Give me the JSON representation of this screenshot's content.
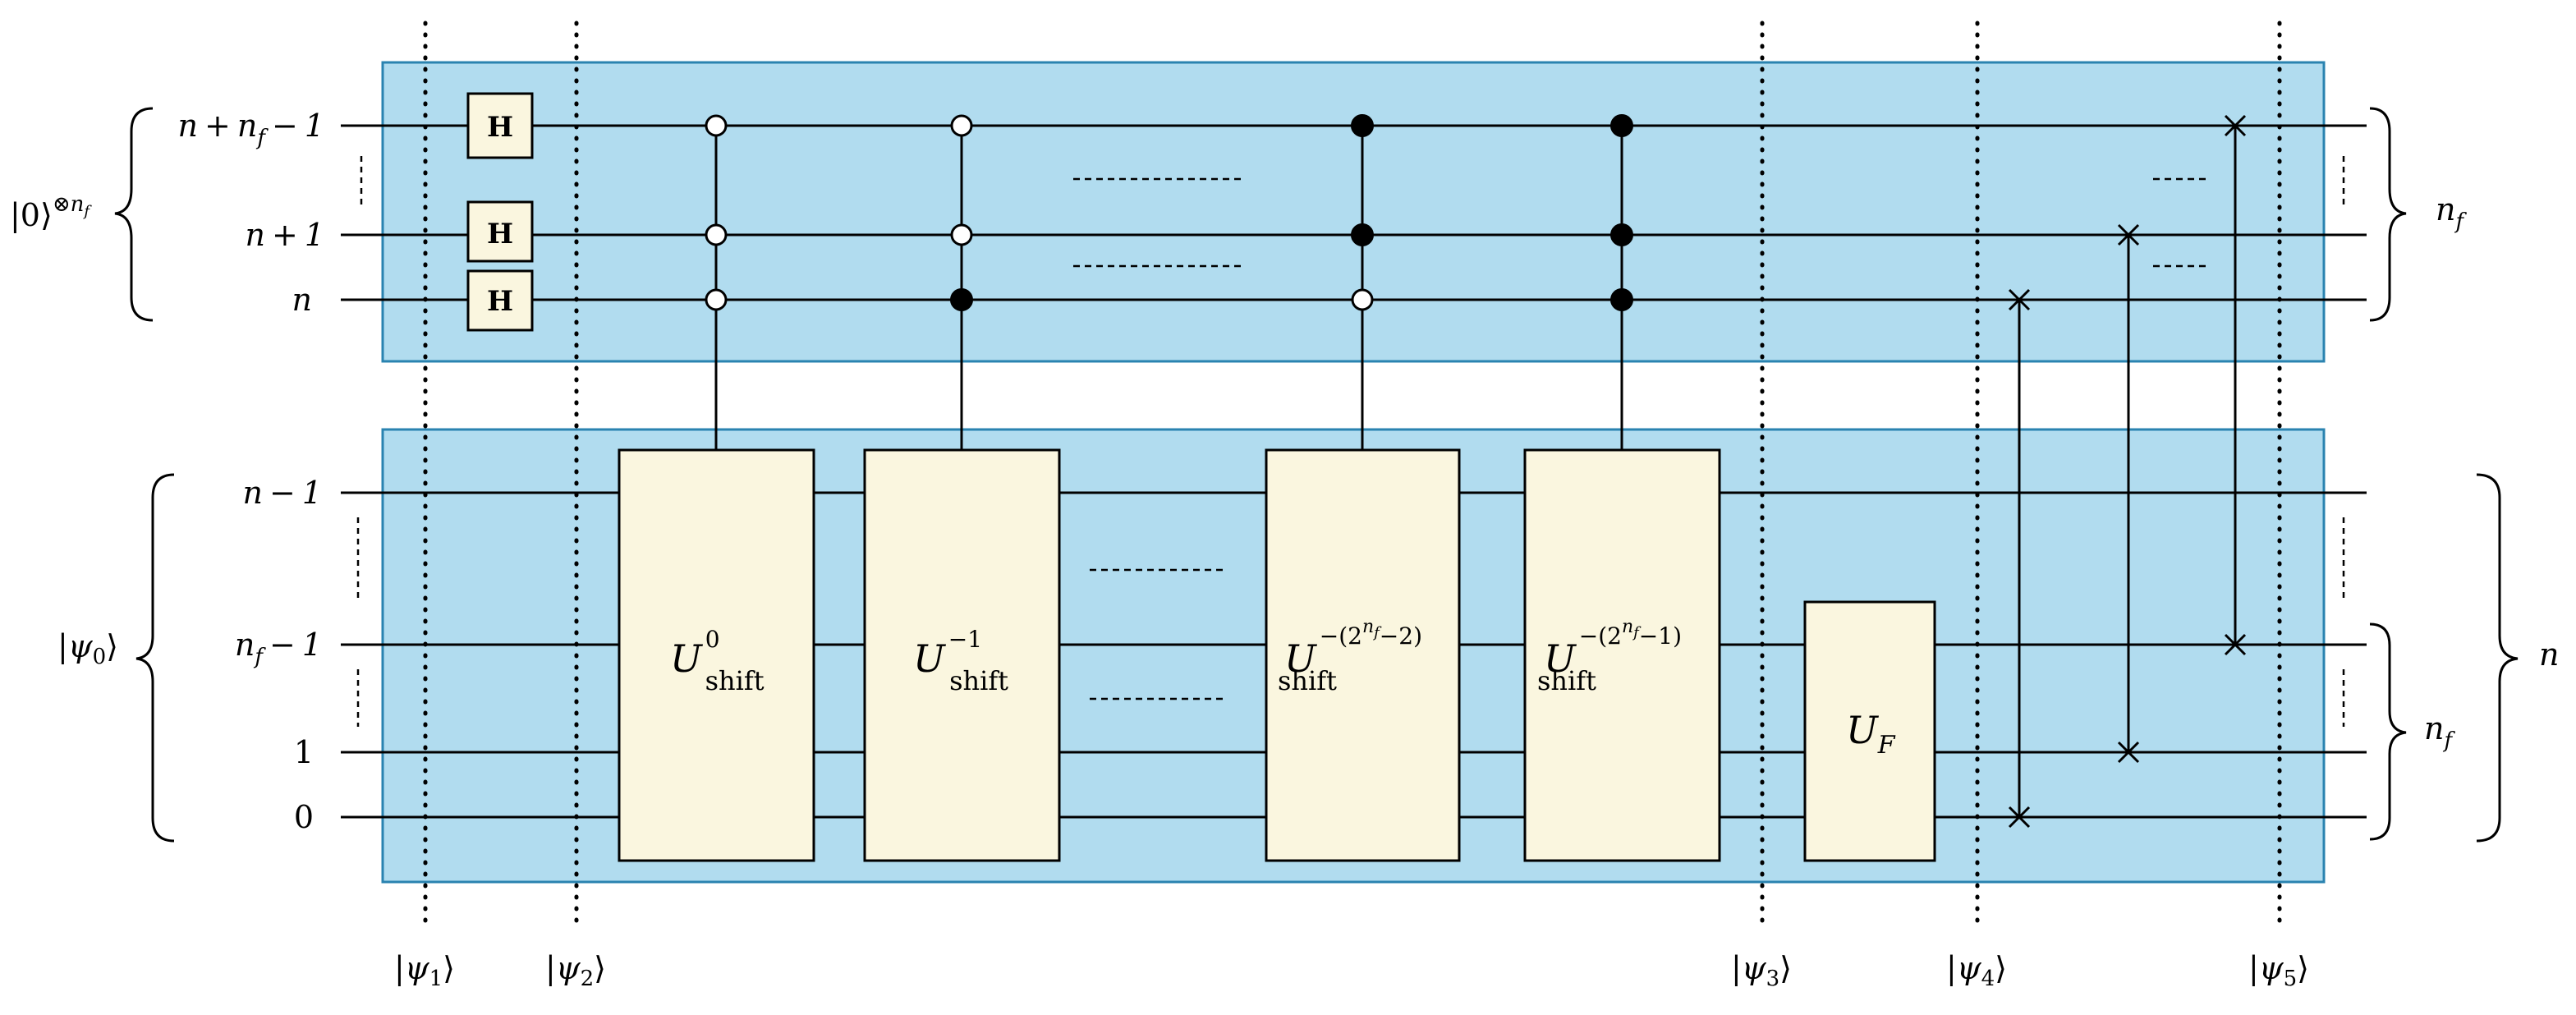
{
  "register_labels": {
    "ancilla_state": "|0⟩",
    "ancilla_exp_base": "⊗",
    "ancilla_exp_n": "n",
    "ancilla_exp_f": "f",
    "data_state_psi": "ψ",
    "data_state_sub": "0"
  },
  "qubit_labels": {
    "q_top": {
      "a": "n",
      "b": "+",
      "c": "n",
      "d": "f",
      "e": "−",
      "f": "1"
    },
    "q_mid": {
      "a": "n",
      "b": "+",
      "c": "1"
    },
    "q_bot": {
      "a": "n"
    },
    "d_top": {
      "a": "n",
      "b": "−",
      "c": "1"
    },
    "d_mid": {
      "a": "n",
      "b": "f",
      "c": "−",
      "d": "1"
    },
    "d_one": "1",
    "d_zero": "0"
  },
  "right_braces": {
    "top": {
      "a": "n",
      "b": "f"
    },
    "data": "n",
    "low": {
      "a": "n",
      "b": "f"
    }
  },
  "h_gate_label": "H",
  "gates": {
    "u0": {
      "main": "U",
      "sup": "0",
      "sub": "shift"
    },
    "u1": {
      "main": "U",
      "sup": "−1",
      "sub": "shift"
    },
    "u2": {
      "main": "U",
      "sup_a": "−(2",
      "sup_n": "n",
      "sup_f": "f",
      "sup_b": "−2)",
      "sub": "shift"
    },
    "u3": {
      "main": "U",
      "sup_a": "−(2",
      "sup_n": "n",
      "sup_f": "f",
      "sup_b": "−1)",
      "sub": "shift"
    },
    "uf": {
      "main": "U",
      "sub": "F"
    }
  },
  "states": [
    {
      "psi": "ψ",
      "sub": "1"
    },
    {
      "psi": "ψ",
      "sub": "2"
    },
    {
      "psi": "ψ",
      "sub": "3"
    },
    {
      "psi": "ψ",
      "sub": "4"
    },
    {
      "psi": "ψ",
      "sub": "5"
    }
  ],
  "colors": {
    "register_fill": "#b1dcef",
    "register_stroke": "#2a83b0",
    "gate_fill": "#faf6df",
    "wire": "#000000"
  }
}
